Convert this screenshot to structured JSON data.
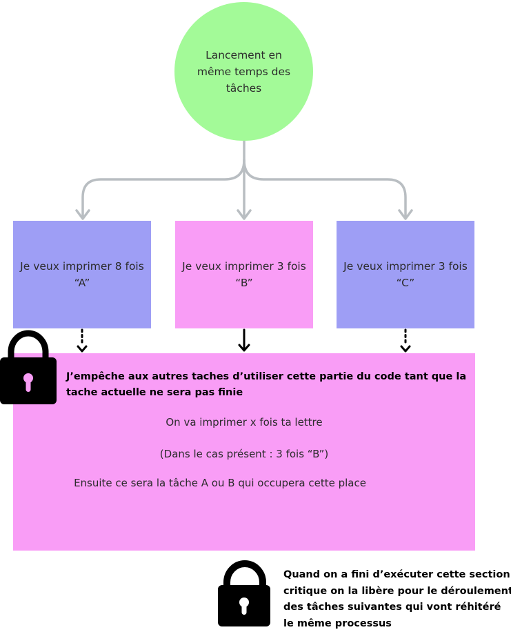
{
  "start_node": {
    "lines": [
      "Lancement en",
      "même temps des",
      "tâches"
    ]
  },
  "tasks": [
    {
      "lines": [
        "Je veux imprimer 8 fois",
        "“A”"
      ],
      "arrow": "dotted"
    },
    {
      "lines": [
        "Je veux imprimer 3 fois",
        "“B”"
      ],
      "arrow": "solid"
    },
    {
      "lines": [
        "Je veux imprimer 3 fois",
        "“C”"
      ],
      "arrow": "dotted"
    }
  ],
  "critical_section": {
    "lock_icon": "padlock-closed-icon",
    "heading": "J’empêche aux autres taches d’utiliser cette partie du code tant que la tache actuelle ne sera pas finie",
    "line1": "On va imprimer x fois ta lettre",
    "line2": "(Dans le cas présent : 3 fois “B”)",
    "line3": "Ensuite ce sera la tâche A ou B qui occupera cette place"
  },
  "release": {
    "unlock_icon": "padlock-open-icon",
    "lines": [
      "Quand on a fini d’exécuter cette section",
      "critique on la libère pour le déroulement",
      "des tâches suivantes qui vont réhitéré",
      "le même processus"
    ]
  },
  "colors": {
    "start_node": "#a3fa98",
    "task_blue": "#9e9ef5",
    "task_pink": "#f99df6",
    "connector": "#b9bec2",
    "icon": "#000000"
  }
}
